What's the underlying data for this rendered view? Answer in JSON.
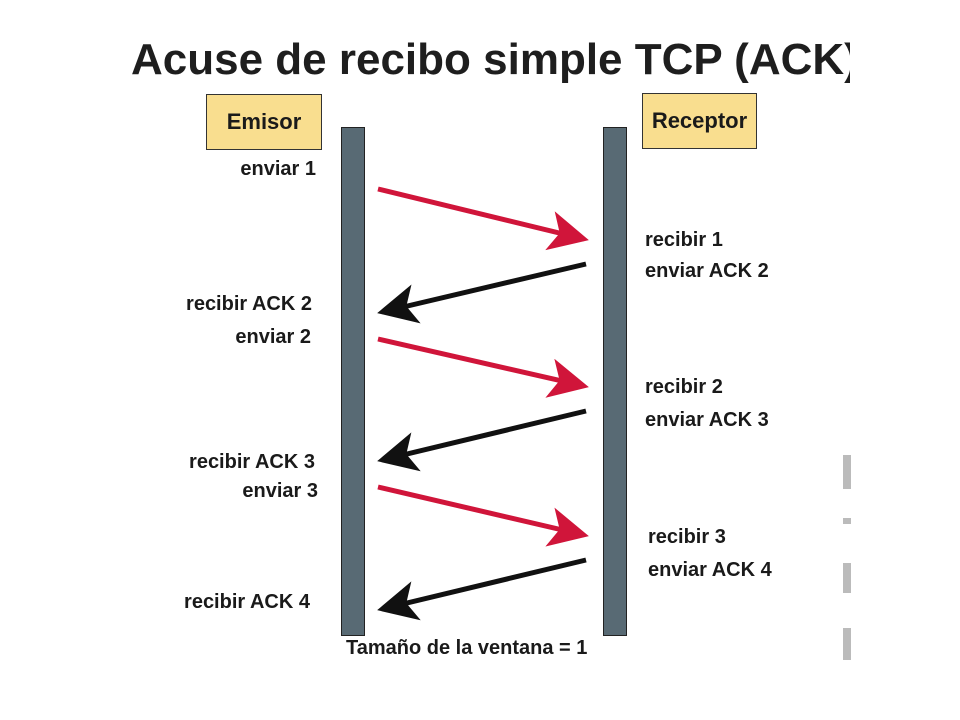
{
  "title": "Acuse de recibo simple TCP (ACK)",
  "sender": {
    "label": "Emisor"
  },
  "receiver": {
    "label": "Receptor"
  },
  "sender_events": [
    "enviar 1",
    "recibir ACK 2",
    "enviar 2",
    "recibir ACK 3",
    "enviar 3",
    "recibir ACK 4"
  ],
  "receiver_events": [
    "recibir 1",
    "enviar ACK 2",
    "recibir 2",
    "enviar ACK 3",
    "recibir 3",
    "enviar ACK 4"
  ],
  "footer": "Tamaño de la ventana = 1",
  "colors": {
    "data_arrow": "#d0153a",
    "ack_arrow": "#111111",
    "party_box": "#f9de8f",
    "timeline": "#586a74"
  }
}
